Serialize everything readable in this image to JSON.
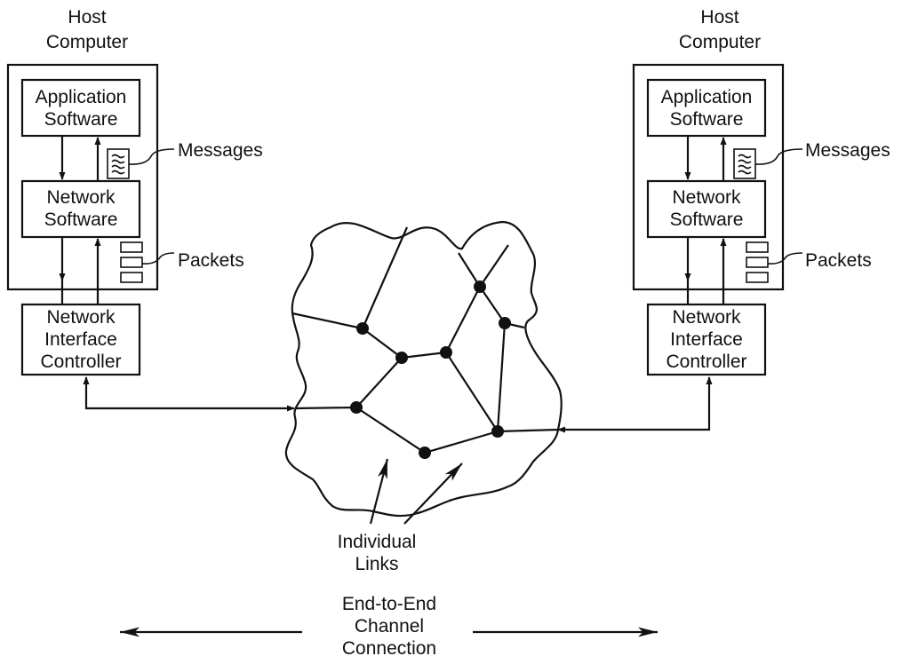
{
  "hosts": [
    {
      "title_line1": "Host",
      "title_line2": "Computer",
      "app_line1": "Application",
      "app_line2": "Software",
      "net_line1": "Network",
      "net_line2": "Software",
      "messages_label": "Messages",
      "packets_label": "Packets",
      "nic_line1": "Network",
      "nic_line2": "Interface",
      "nic_line3": "Controller"
    },
    {
      "title_line1": "Host",
      "title_line2": "Computer",
      "app_line1": "Application",
      "app_line2": "Software",
      "net_line1": "Network",
      "net_line2": "Software",
      "messages_label": "Messages",
      "packets_label": "Packets",
      "nic_line1": "Network",
      "nic_line2": "Interface",
      "nic_line3": "Controller"
    }
  ],
  "links_label_line1": "Individual",
  "links_label_line2": "Links",
  "channel_line1": "End-to-End",
  "channel_line2": "Channel",
  "channel_line3": "Connection"
}
